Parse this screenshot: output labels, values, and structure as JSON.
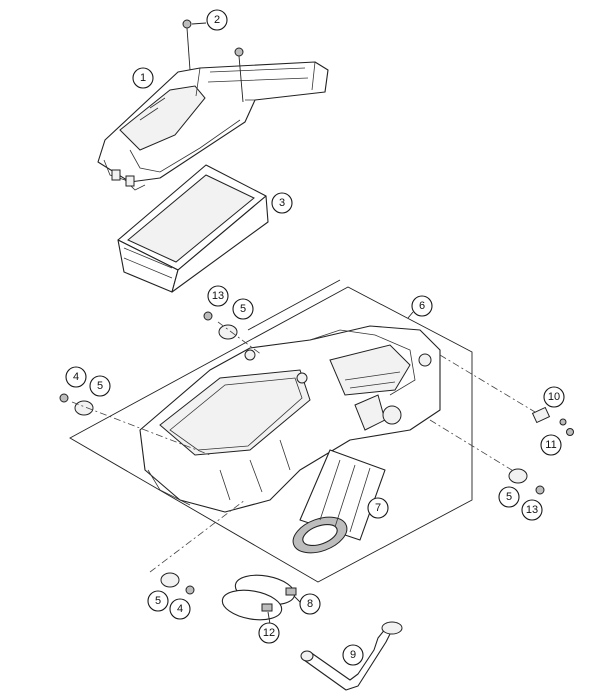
{
  "callouts": [
    {
      "id": "c2",
      "label": "2"
    },
    {
      "id": "c1",
      "label": "1"
    },
    {
      "id": "c3",
      "label": "3"
    },
    {
      "id": "c6",
      "label": "6"
    },
    {
      "id": "c13a",
      "label": "13"
    },
    {
      "id": "c5a",
      "label": "5"
    },
    {
      "id": "c4a",
      "label": "4"
    },
    {
      "id": "c5b",
      "label": "5"
    },
    {
      "id": "c10",
      "label": "10"
    },
    {
      "id": "c11",
      "label": "11"
    },
    {
      "id": "c5c",
      "label": "5"
    },
    {
      "id": "c13b",
      "label": "13"
    },
    {
      "id": "c7",
      "label": "7"
    },
    {
      "id": "c5d",
      "label": "5"
    },
    {
      "id": "c4b",
      "label": "4"
    },
    {
      "id": "c8",
      "label": "8"
    },
    {
      "id": "c12",
      "label": "12"
    },
    {
      "id": "c9",
      "label": "9"
    }
  ]
}
